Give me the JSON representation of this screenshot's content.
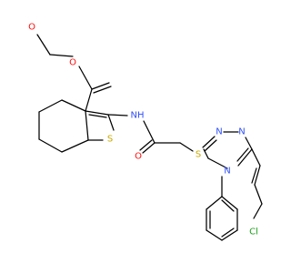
{
  "diagram": {
    "type": "skeletal-structure",
    "atoms": [
      {
        "id": "O_ester_carbonyl",
        "symbol": "O",
        "color": "#ff0d0d"
      },
      {
        "id": "O_ester_ether",
        "symbol": "O",
        "color": "#ff0d0d"
      },
      {
        "id": "N_amide",
        "symbol": "NH",
        "color": "#3050f8"
      },
      {
        "id": "S_thiophene",
        "symbol": "S",
        "color": "#c8a800"
      },
      {
        "id": "O_amide",
        "symbol": "O",
        "color": "#ff0d0d"
      },
      {
        "id": "S_thioether",
        "symbol": "S",
        "color": "#c8a800"
      },
      {
        "id": "N_triazole_1",
        "symbol": "N",
        "color": "#3050f8"
      },
      {
        "id": "N_triazole_2",
        "symbol": "N",
        "color": "#3050f8"
      },
      {
        "id": "N_triazole_4",
        "symbol": "N",
        "color": "#3050f8"
      },
      {
        "id": "Cl",
        "symbol": "Cl",
        "color": "#1fa01f"
      }
    ]
  }
}
